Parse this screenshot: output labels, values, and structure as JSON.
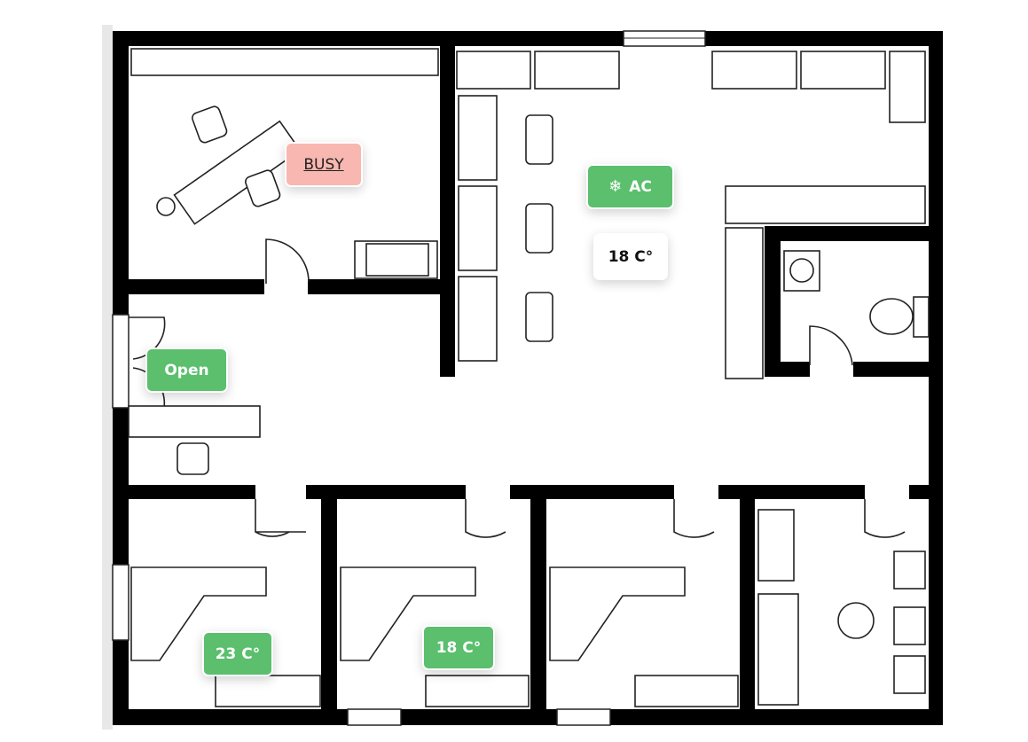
{
  "floorplan": {
    "badges": {
      "meeting_room_status": "BUSY",
      "ac_label": "AC",
      "ac_icon": "snowflake-icon",
      "lounge_temperature": "18 C°",
      "entrance_status": "Open",
      "office1_temperature": "23 C°",
      "office2_temperature": "18 C°"
    },
    "colors": {
      "green": "#5bbf6e",
      "pink": "#f8b7b0",
      "wall": "#000000"
    }
  }
}
